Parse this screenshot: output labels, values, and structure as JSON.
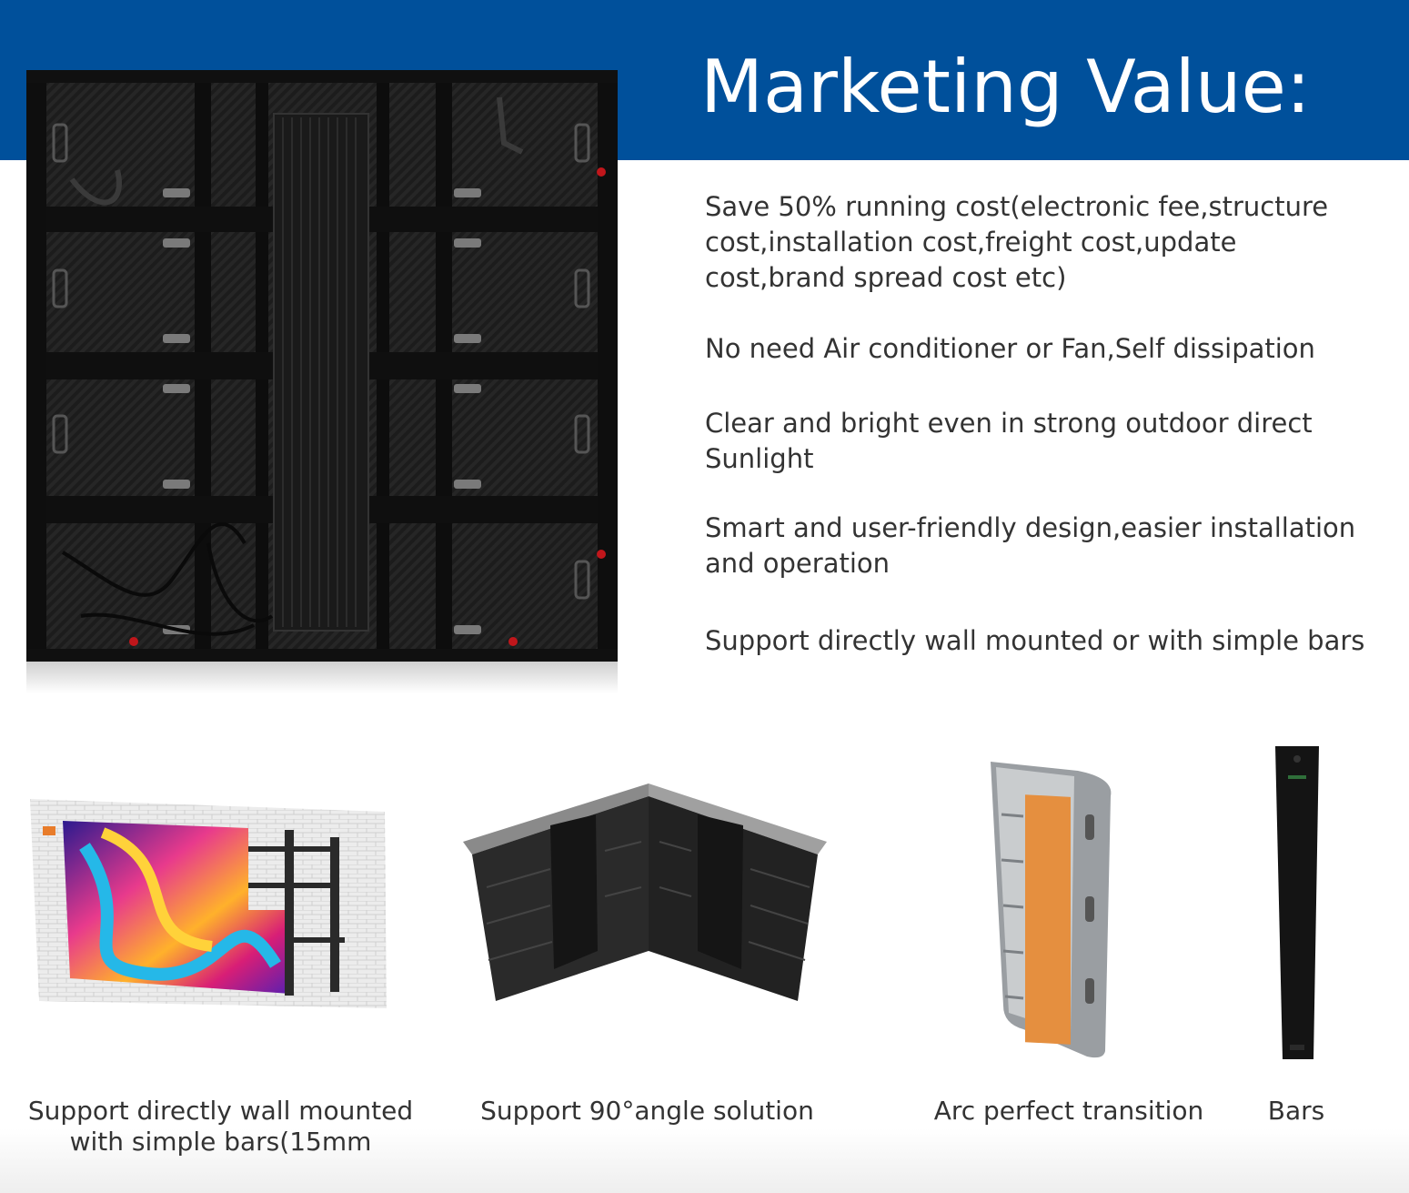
{
  "header": {
    "title": "Marketing Value:",
    "band_color": "#00509b"
  },
  "main_image": {
    "icon": "led-cabinet-back-icon"
  },
  "bullets": [
    "Save 50% running cost(electronic fee,structure cost,installation cost,freight cost,update cost,brand spread cost etc)",
    "No need Air conditioner or Fan,Self dissipation",
    "Clear and bright even in strong outdoor direct Sunlight",
    "Smart and user-friendly design,easier installation and operation",
    "Support directly wall mounted or with simple bars"
  ],
  "products": [
    {
      "icon": "wall-mounted-screen-icon",
      "caption_line1": "Support directly wall mounted",
      "caption_line2": "with simple bars(15mm"
    },
    {
      "icon": "corner-angle-cabinet-icon",
      "caption_line1": "Support 90°angle solution"
    },
    {
      "icon": "arc-cabinet-icon",
      "caption_line1": "Arc perfect transition"
    },
    {
      "icon": "mounting-bar-icon",
      "caption_line1": "Bars"
    }
  ]
}
